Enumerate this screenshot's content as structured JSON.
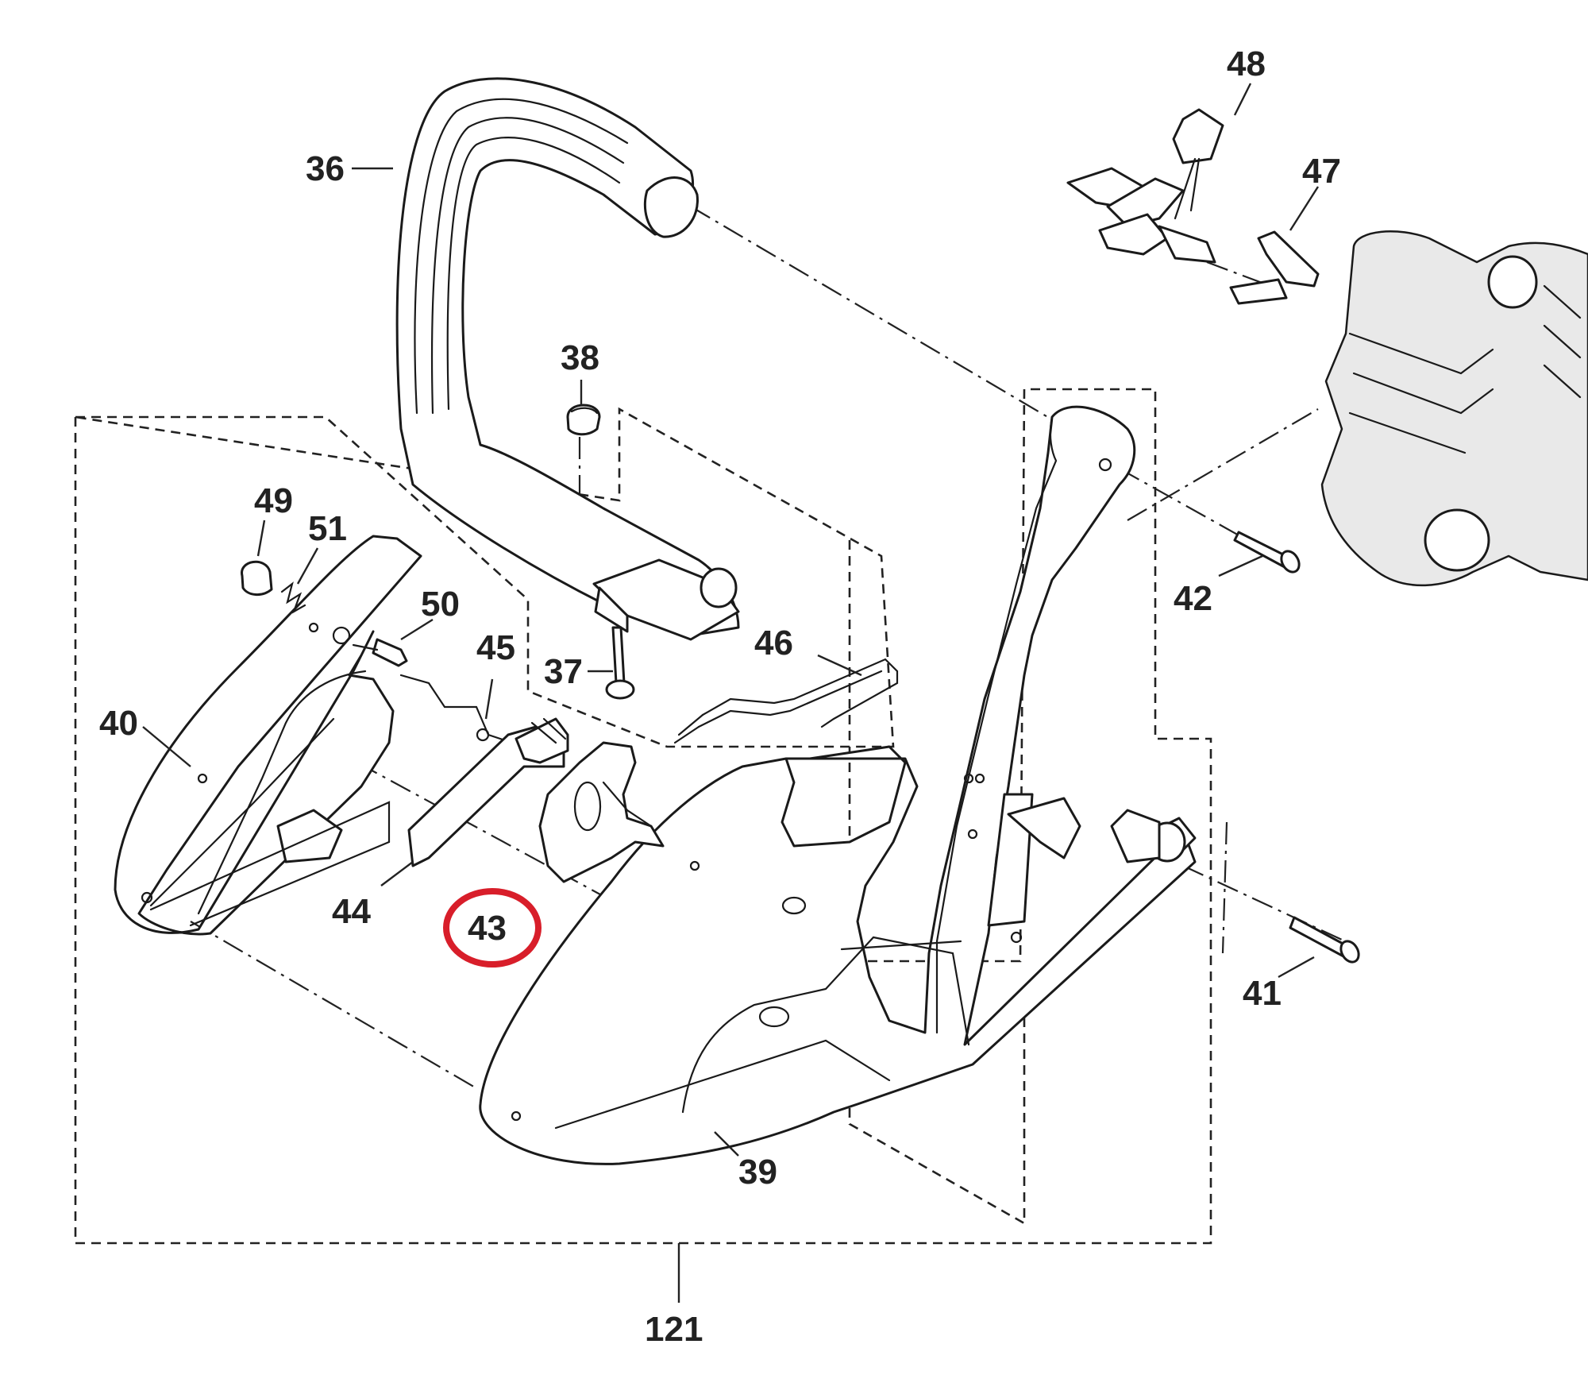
{
  "callouts": [
    {
      "id": "36",
      "label": "36"
    },
    {
      "id": "37",
      "label": "37"
    },
    {
      "id": "38",
      "label": "38"
    },
    {
      "id": "39",
      "label": "39"
    },
    {
      "id": "40",
      "label": "40"
    },
    {
      "id": "41",
      "label": "41"
    },
    {
      "id": "42",
      "label": "42"
    },
    {
      "id": "43",
      "label": "43",
      "highlighted": true
    },
    {
      "id": "44",
      "label": "44"
    },
    {
      "id": "45",
      "label": "45"
    },
    {
      "id": "46",
      "label": "46"
    },
    {
      "id": "47",
      "label": "47"
    },
    {
      "id": "48",
      "label": "48"
    },
    {
      "id": "49",
      "label": "49"
    },
    {
      "id": "50",
      "label": "50"
    },
    {
      "id": "51",
      "label": "51"
    },
    {
      "id": "121",
      "label": "121"
    }
  ],
  "colors": {
    "line": "#1a1a1a",
    "highlight_circle": "#d81e2a",
    "background": "#ffffff"
  }
}
